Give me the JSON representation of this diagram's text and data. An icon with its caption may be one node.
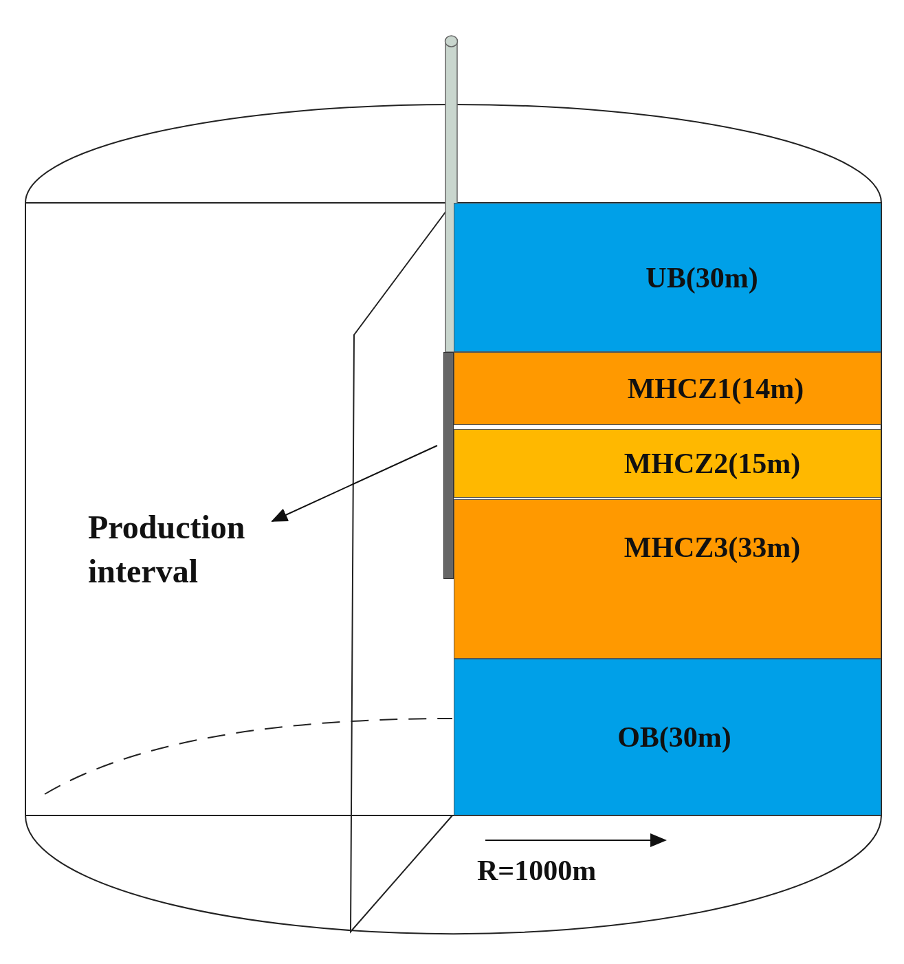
{
  "diagram": {
    "nodes": [
      {
        "text": [
          "UB(30m)"
        ]
      },
      {
        "text": [
          "MHCZ1(14m)"
        ]
      },
      {
        "text": [
          "MHCZ2(15m)"
        ]
      },
      {
        "text": [
          "MHCZ3(33m)"
        ]
      },
      {
        "text": [
          "OB(30m)"
        ]
      },
      {
        "text": [
          "Production interval"
        ]
      },
      {
        "text": [],
        "shape": "bar"
      }
    ],
    "edges": [
      {
        "from": 6,
        "to": 5,
        "arrow": "to"
      }
    ],
    "labels": [
      "R=1000m"
    ]
  }
}
